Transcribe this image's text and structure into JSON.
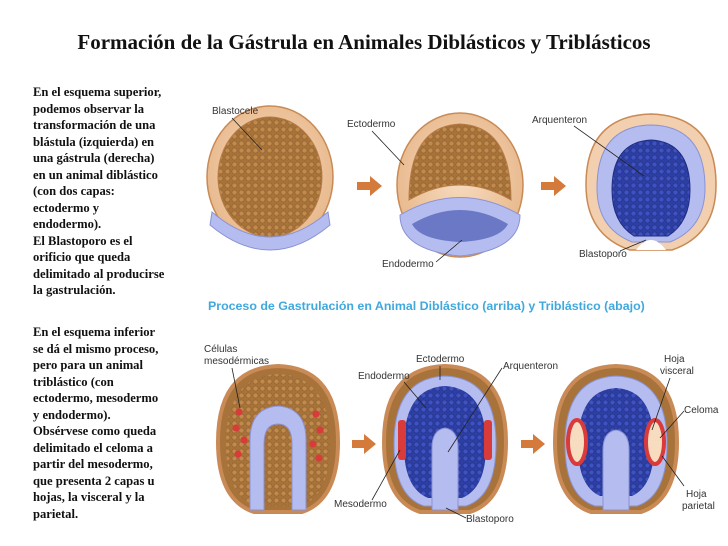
{
  "title": "Formación de la Gástrula en Animales Diblásticos y Triblásticos",
  "paragraph1": [
    "En el esquema superior,",
    "podemos observar la",
    "transformación de una",
    "blástula (izquierda) en",
    "una gástrula (derecha)",
    "en un animal diblástico",
    "(con dos capas:",
    "ectodermo y",
    "endodermo).",
    "El Blastoporo es el",
    "orificio que queda",
    "delimitado al producirse",
    "la gastrulación."
  ],
  "paragraph2": [
    "En el esquema inferior",
    "se dá el mismo proceso,",
    "pero para un animal",
    "triblástico (con",
    "ectodermo, mesodermo",
    "y endodermo).",
    "Obsérvese como queda",
    "delimitado el celoma a",
    "partir del mesodermo,",
    "que presenta 2 capas u",
    "hojas, la visceral y la",
    "parietal."
  ],
  "caption": "Proceso de Gastrulación en Animal Diblástico (arriba) y Triblástico (abajo)",
  "labels": {
    "blastocele": "Blastocele",
    "ectodermo_top": "Ectodermo",
    "arquenteron_top": "Arquenteron",
    "endodermo_top": "Endodermo",
    "blastoporo_top": "Blastoporo",
    "celulas_1": "Células",
    "celulas_2": "mesodérmicas",
    "ectodermo_bot": "Ectodermo",
    "endodermo_bot": "Endodermo",
    "arquenteron_bot": "Arquenteron",
    "hoja_visceral_1": "Hoja",
    "hoja_visceral_2": "visceral",
    "celoma": "Celoma",
    "mesodermo": "Mesodermo",
    "blastoporo_bot": "Blastoporo",
    "hoja_parietal_1": "Hoja",
    "hoja_parietal_2": "parietal"
  },
  "colors": {
    "caption": "#3fa9de",
    "ectoderm": "#f0c7a0",
    "yolk": "#a8733b",
    "endoderm_light": "#b5bdf0",
    "endoderm_dark": "#2e3fa3",
    "mesoderm": "#d93a3a",
    "arrow": "#d47a3a"
  },
  "icons": {
    "arrow": "right-arrow-icon"
  }
}
